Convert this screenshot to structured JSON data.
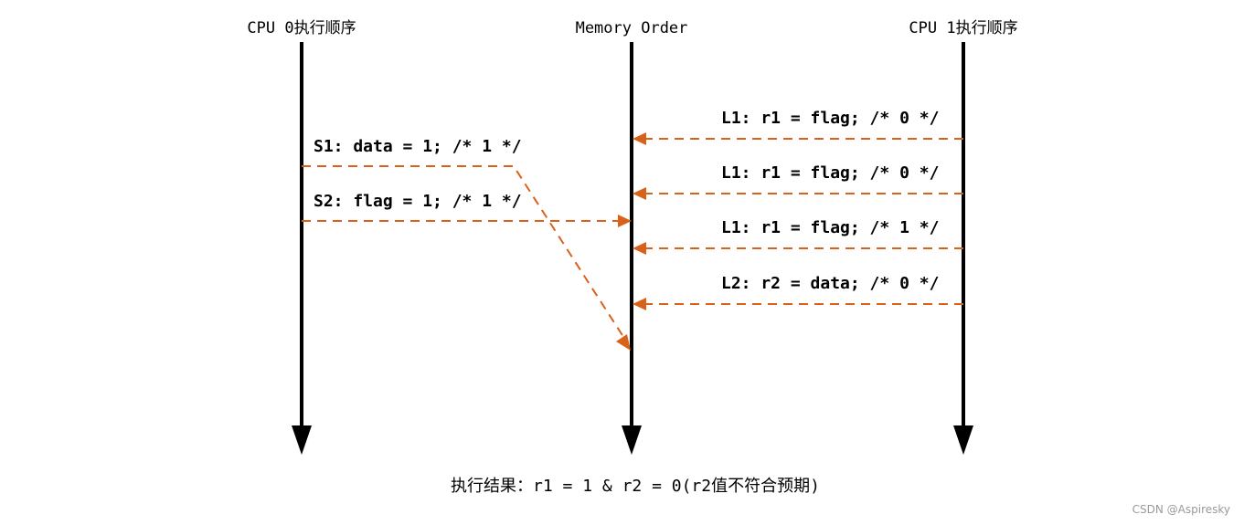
{
  "headers": {
    "cpu0": "CPU 0执行顺序",
    "memory": "Memory Order",
    "cpu1": "CPU 1执行顺序"
  },
  "cpu0_ops": [
    "S1: data = 1; /* 1 */",
    "S2: flag = 1; /* 1 */"
  ],
  "cpu1_ops": [
    "L1: r1 = flag; /* 0 */",
    "L1: r1 = flag; /* 0 */",
    "L1: r1 = flag; /* 1 */",
    "L2: r2 = data; /* 0 */"
  ],
  "result": "执行结果：r1 = 1 & r2 = 0(r2值不符合预期)",
  "watermark": "CSDN @Aspiresky",
  "colors": {
    "arrow": "#d9621a",
    "timeline": "#000000",
    "watermark": "#9a9a9a"
  }
}
